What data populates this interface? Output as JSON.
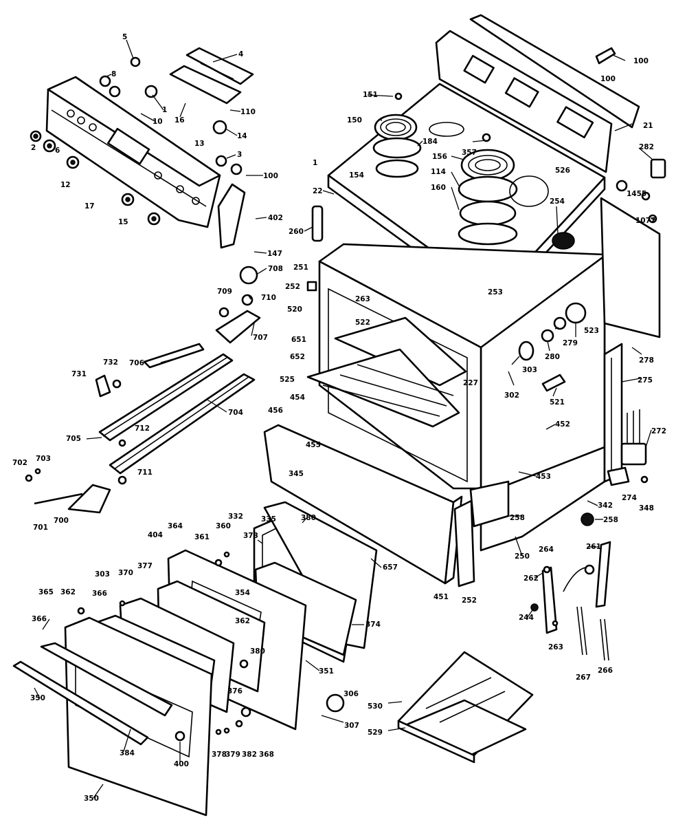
{
  "labels": {
    "l_5": "5",
    "l_4": "4",
    "l_8": "8",
    "l_1": "1",
    "l_10": "10",
    "l_16": "16",
    "l_110": "110",
    "l_14": "14",
    "l_13": "13",
    "l_3": "3",
    "l_2": "2",
    "l_6": "6",
    "l_100a": "100",
    "l_402": "402",
    "l_12": "12",
    "l_17": "17",
    "l_15": "15",
    "l_147": "147",
    "l_708": "708",
    "l_710": "710",
    "l_709": "709",
    "l_707": "707",
    "l_706": "706",
    "l_731": "731",
    "l_732": "732",
    "l_705": "705",
    "l_712": "712",
    "l_704": "704",
    "l_702": "702",
    "l_703": "703",
    "l_711": "711",
    "l_701": "701",
    "l_700": "700",
    "l_151": "151",
    "l_150": "150",
    "l_184": "184",
    "l_357": "357",
    "l_156": "156",
    "l_154": "154",
    "l_114": "114",
    "l_160": "160",
    "l_1top": "1",
    "l_22": "22",
    "l_260": "260",
    "l_251": "251",
    "l_252": "252",
    "l_253": "253",
    "l_254": "254",
    "l_520": "520",
    "l_522": "522",
    "l_651": "651",
    "l_652": "652",
    "l_525": "525",
    "l_454": "454",
    "l_456": "456",
    "l_455": "455",
    "l_345": "345",
    "l_227": "227",
    "l_263": "263",
    "l_100b": "100",
    "l_100c": "100",
    "l_21": "21",
    "l_282": "282",
    "l_526": "526",
    "l_1455": "1455",
    "l_1077": "1077",
    "l_279": "279",
    "l_280": "280",
    "l_303": "303",
    "l_302": "302",
    "l_521": "521",
    "l_278": "278",
    "l_275": "275",
    "l_523": "523",
    "l_452": "452",
    "l_453": "453",
    "l_272": "272",
    "l_274": "274",
    "l_342": "342",
    "l_348": "348",
    "l_258": "258",
    "l_250": "250",
    "l_264": "264",
    "l_262": "262",
    "l_244": "244",
    "l_263b": "263",
    "l_267": "267",
    "l_266": "266",
    "l_261": "261",
    "l_657": "657",
    "l_451": "451",
    "l_252b": "252",
    "l_332": "332",
    "l_335": "335",
    "l_380": "380",
    "l_373": "373",
    "l_374": "374",
    "l_354": "354",
    "l_351": "351",
    "l_380b": "380",
    "l_362": "362",
    "l_361": "361",
    "l_360": "360",
    "l_404": "404",
    "l_364": "364",
    "l_303b": "303",
    "l_370": "370",
    "l_377": "377",
    "l_366": "366",
    "l_362b": "362",
    "l_365": "365",
    "l_366b": "366",
    "l_350": "350",
    "l_384": "384",
    "l_400": "400",
    "l_376": "376",
    "l_378": "378",
    "l_379": "379",
    "l_382": "382",
    "l_368": "368",
    "l_306": "306",
    "l_307": "307",
    "l_530": "530",
    "l_529": "529"
  }
}
